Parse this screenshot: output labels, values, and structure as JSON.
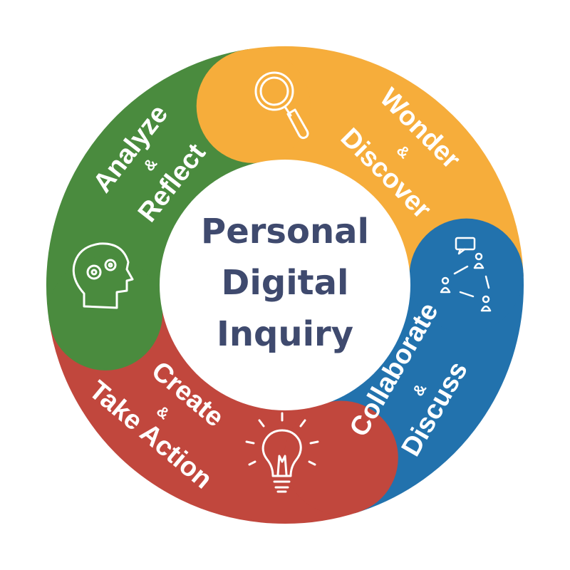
{
  "center": {
    "line1": "Personal",
    "line2": "Digital",
    "line3": "Inquiry"
  },
  "segments": [
    {
      "id": "wonder",
      "line1": "Wonder",
      "amp": "&",
      "line2": "Discover",
      "color": "#f6ad3b",
      "icon": "magnifying-glass-icon"
    },
    {
      "id": "collaborate",
      "line1": "Collaborate",
      "amp": "&",
      "line2": "Discuss",
      "color": "#2272ad",
      "icon": "people-discussion-icon"
    },
    {
      "id": "create",
      "line1": "Create",
      "amp": "&",
      "line2": "Take Action",
      "color": "#c1473d",
      "icon": "lightbulb-icon"
    },
    {
      "id": "analyze",
      "line1": "Analyze",
      "amp": "&",
      "line2": "Reflect",
      "color": "#4a8b3e",
      "icon": "head-gears-icon"
    }
  ],
  "colors": {
    "center_text": "#3f4a6e"
  }
}
